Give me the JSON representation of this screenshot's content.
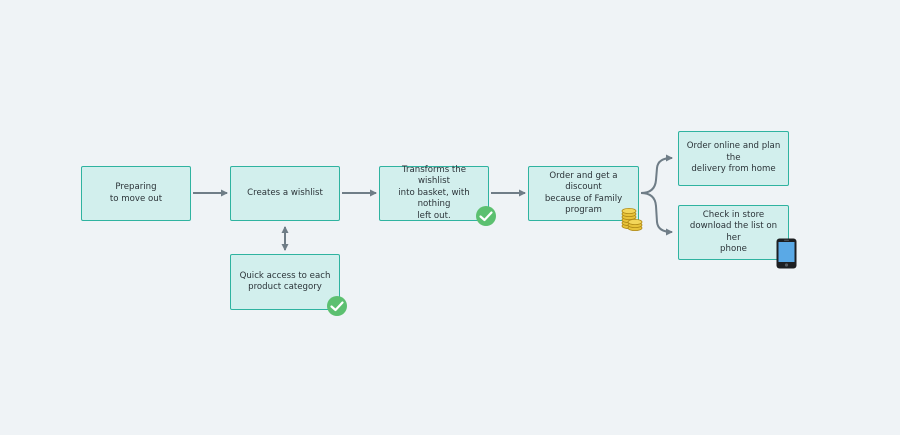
{
  "colors": {
    "background": "#eff3f6",
    "node_fill": "#d2efed",
    "node_border": "#2fb3a0",
    "arrow": "#6f7d87",
    "check_badge": "#5cc070",
    "coins": "#e8c33a",
    "phone_screen": "#5aa9e6"
  },
  "nodes": {
    "preparing": "Preparing\nto move out",
    "wishlist": "Creates a wishlist",
    "quick_access": "Quick access to each\nproduct category",
    "transforms": "Transforms the wishlist\ninto basket, with nothing\nleft out.",
    "order_discount": "Order and get a discount\nbecause of Family\nprogram",
    "order_online": "Order online and plan the\ndelivery from home",
    "check_store": "Check in store\ndownload the list on her\nphone"
  },
  "icons": {
    "check": "check-icon",
    "coins": "coins-icon",
    "phone": "phone-icon"
  }
}
